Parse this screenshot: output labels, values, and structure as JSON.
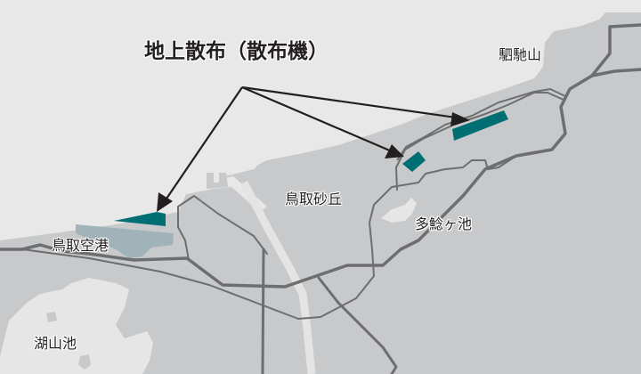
{
  "map": {
    "title": "地上散布（散布機）",
    "labels": {
      "mt_kuma": "駟馳山",
      "airport": "鳥取空港",
      "dunes": "鳥取砂丘",
      "pond_tako": "多鯰ヶ池",
      "lake_koyama": "湖山池"
    },
    "colors": {
      "sea": "#e8e8e8",
      "land": "#c8c9cb",
      "sand_strip": "#d9d9da",
      "water_body": "#e8e8e8",
      "road": "#6d6e70",
      "spray_area": "#006f74",
      "airport_area": "#9fb3b9",
      "arrow": "#231f20"
    },
    "spray_areas": [
      {
        "name": "airport-west-zone"
      },
      {
        "name": "dune-east-small-zone"
      },
      {
        "name": "coast-northeast-zone"
      }
    ]
  }
}
